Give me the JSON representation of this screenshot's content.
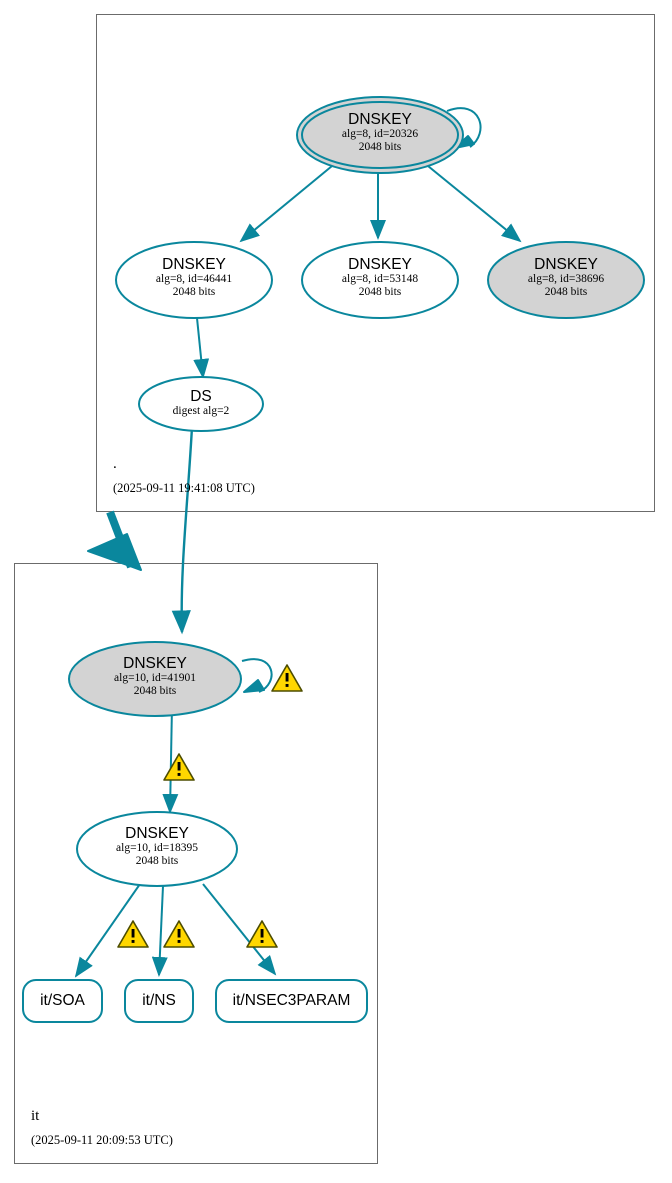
{
  "diagram": {
    "type": "dnssec-authentication-chain",
    "colors": {
      "edge": "#0a879d",
      "node_stroke": "#0a879d",
      "secure_fill": "#d3d3d3",
      "insecure_fill": "#ffffff",
      "zone_border": "#6b6b6b",
      "warning_fill": "#ffd700",
      "warning_stroke": "#4d4d00"
    },
    "zones": [
      {
        "id": "root",
        "name": ".",
        "timestamp": "(2025-09-11 19:41:08 UTC)",
        "nodes": [
          {
            "id": "root-ksk-20326",
            "kind": "DNSKEY",
            "title": "DNSKEY",
            "line2": "alg=8, id=20326",
            "line3": "2048 bits",
            "shape": "double-ellipse",
            "filled": true,
            "self_signed": true
          },
          {
            "id": "root-zsk-46441",
            "kind": "DNSKEY",
            "title": "DNSKEY",
            "line2": "alg=8, id=46441",
            "line3": "2048 bits",
            "shape": "ellipse",
            "filled": false,
            "self_signed": false
          },
          {
            "id": "root-zsk-53148",
            "kind": "DNSKEY",
            "title": "DNSKEY",
            "line2": "alg=8, id=53148",
            "line3": "2048 bits",
            "shape": "ellipse",
            "filled": false,
            "self_signed": false
          },
          {
            "id": "root-zsk-38696",
            "kind": "DNSKEY",
            "title": "DNSKEY",
            "line2": "alg=8, id=38696",
            "line3": "2048 bits",
            "shape": "ellipse",
            "filled": true,
            "self_signed": false
          },
          {
            "id": "root-ds",
            "kind": "DS",
            "title": "DS",
            "line2": "digest alg=2",
            "line3": "",
            "shape": "ellipse",
            "filled": false,
            "self_signed": false
          }
        ]
      },
      {
        "id": "it",
        "name": "it",
        "timestamp": "(2025-09-11 20:09:53 UTC)",
        "nodes": [
          {
            "id": "it-ksk-41901",
            "kind": "DNSKEY",
            "title": "DNSKEY",
            "line2": "alg=10, id=41901",
            "line3": "2048 bits",
            "shape": "ellipse",
            "filled": true,
            "self_signed": true
          },
          {
            "id": "it-zsk-18395",
            "kind": "DNSKEY",
            "title": "DNSKEY",
            "line2": "alg=10, id=18395",
            "line3": "2048 bits",
            "shape": "ellipse",
            "filled": false,
            "self_signed": false
          }
        ],
        "rrsets": [
          {
            "id": "it-soa",
            "label": "it/SOA"
          },
          {
            "id": "it-ns",
            "label": "it/NS"
          },
          {
            "id": "it-nsec3param",
            "label": "it/NSEC3PARAM"
          }
        ]
      }
    ],
    "warnings": [
      {
        "id": "warn-it-ksk-self",
        "glyph": "!",
        "attached_to": "it-ksk-41901"
      },
      {
        "id": "warn-it-ksk-to-zsk",
        "glyph": "!",
        "attached_to": "it-zsk-18395"
      },
      {
        "id": "warn-it-zsk-to-soa",
        "glyph": "!",
        "attached_to": "it-soa"
      },
      {
        "id": "warn-it-zsk-to-ns",
        "glyph": "!",
        "attached_to": "it-ns"
      },
      {
        "id": "warn-it-zsk-to-nsec3param",
        "glyph": "!",
        "attached_to": "it-nsec3param"
      }
    ],
    "delegation": {
      "from": "root",
      "to": "it",
      "style": "thick-arrow"
    }
  }
}
